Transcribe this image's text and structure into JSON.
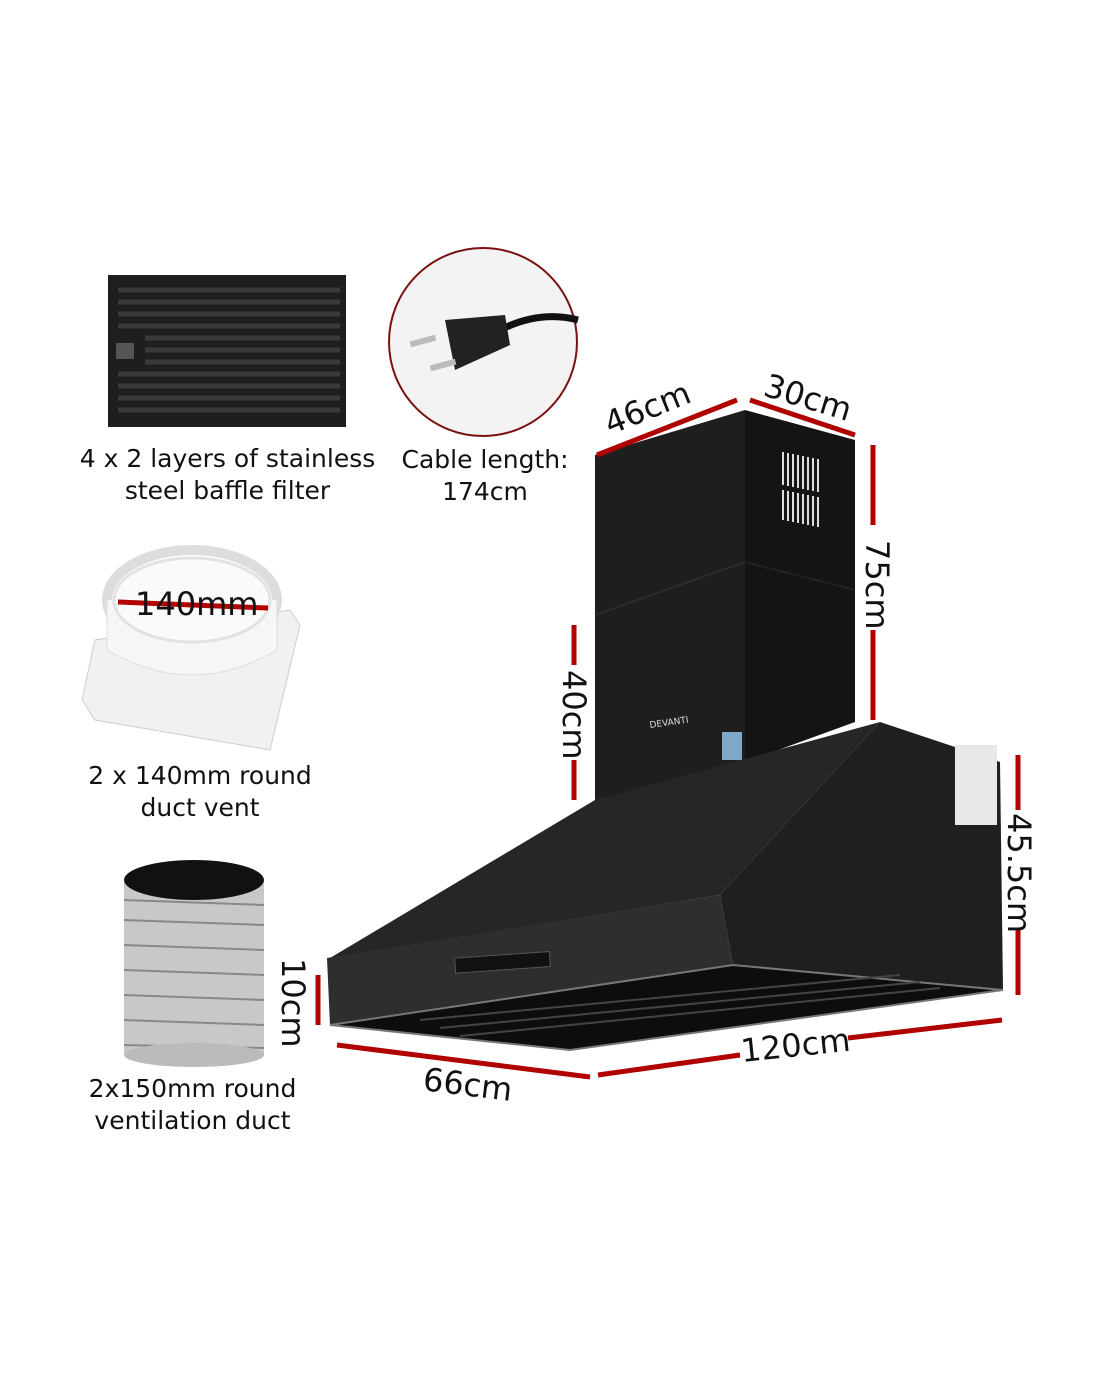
{
  "accessories": [
    {
      "caption_line1": "4 x 2 layers of stainless",
      "caption_line2": "steel baffle filter"
    },
    {
      "caption_line1": "Cable length:",
      "caption_line2": "174cm"
    },
    {
      "caption_line1": "2 x 140mm round",
      "caption_line2": "duct vent",
      "dimension": "140mm"
    },
    {
      "caption_line1": "2x150mm round",
      "caption_line2": "ventilation duct",
      "dimension": "10cm"
    }
  ],
  "product": {
    "brand": "DEVANTI",
    "dimensions": {
      "chimney_width": "46cm",
      "chimney_depth": "30cm",
      "chimney_height": "75cm",
      "lower_chimney_height": "40cm",
      "hood_height": "45.5cm",
      "hood_width": "120cm",
      "hood_depth": "66cm"
    }
  },
  "colors": {
    "dimension_line": "#b00000",
    "product": "#1c1c1c"
  }
}
